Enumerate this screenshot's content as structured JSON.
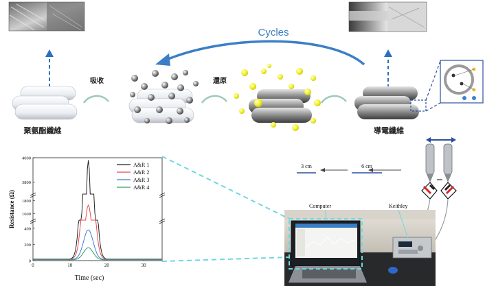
{
  "process": {
    "cycles_label": "Cycles",
    "stage_labels": [
      "聚氨酯纖維",
      "導電纖維"
    ],
    "step_labels": [
      "吸收",
      "還原"
    ]
  },
  "setup": {
    "distance_labels": [
      "3 cm",
      "6 cm"
    ],
    "computer_label": "Computer",
    "keithley_label": "Keithley"
  },
  "colors": {
    "cycle_arrow": "#3a7fc6",
    "particle_yellow": "#f1f02a",
    "particle_grey": "#9a9a9a",
    "cyan_dash": "#6fd7df",
    "blue_dash": "#2a4fa0"
  },
  "chart_data": {
    "type": "line",
    "xlabel": "Time (sec)",
    "ylabel": "Resistance (Ω)",
    "xlim": [
      0,
      35
    ],
    "x_ticks": [
      0,
      10,
      20,
      30
    ],
    "y_ticks": [
      "0",
      "200",
      "400",
      "1600",
      "1800",
      "3800",
      "4000"
    ],
    "broken_y_axis": true,
    "series": [
      {
        "name": "A&R 1",
        "color": "#222222",
        "baseline": 20,
        "peak": 3980,
        "peak_x": 15
      },
      {
        "name": "A&R 2",
        "color": "#e8474f",
        "baseline": 20,
        "peak": 1730,
        "peak_x": 15
      },
      {
        "name": "A&R 3",
        "color": "#3b7fd6",
        "baseline": 15,
        "peak": 380,
        "peak_x": 15
      },
      {
        "name": "A&R 4",
        "color": "#2e9e6a",
        "baseline": 10,
        "peak": 160,
        "peak_x": 15
      }
    ]
  }
}
